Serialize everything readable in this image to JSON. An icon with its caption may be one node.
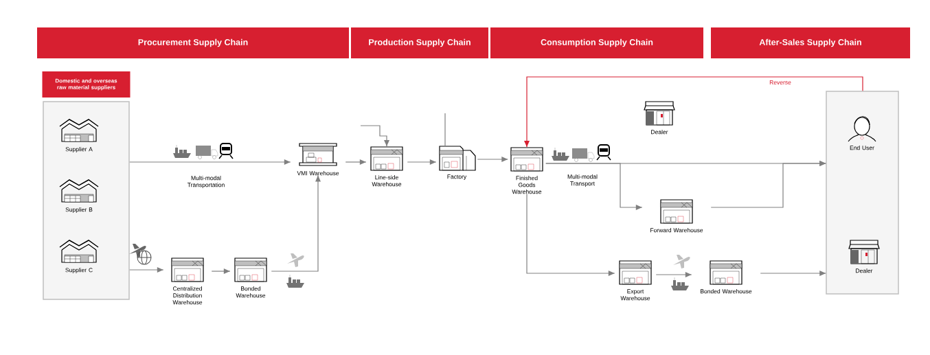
{
  "diagram": {
    "nodes": [
      {
        "text": [
          "Procurement Supply Chain"
        ]
      },
      {
        "text": [
          "Production Supply Chain"
        ]
      },
      {
        "text": [
          "Consumption Supply Chain"
        ]
      },
      {
        "text": [
          "After-Sales Supply Chain"
        ]
      },
      {
        "text": [
          "Domestic and overseas raw material suppliers"
        ]
      },
      {
        "text": [
          "Supplier A"
        ],
        "in": 4
      },
      {
        "text": [
          "Supplier B"
        ],
        "in": 4
      },
      {
        "text": [
          "Supplier C"
        ],
        "in": 4
      },
      {
        "text": [
          "VMI Warehouse"
        ]
      },
      {
        "text": [
          "Centralized Distribution Warehouse"
        ]
      },
      {
        "text": [
          "Bonded Warehouse"
        ]
      },
      {
        "text": [
          "Line-side Warehouse"
        ]
      },
      {
        "text": [
          "Factory"
        ]
      },
      {
        "text": [
          "Finished Goods Warehouse"
        ]
      },
      {
        "text": [
          "Dealer"
        ]
      },
      {
        "text": [
          "Forward Warehouse"
        ]
      },
      {
        "text": [
          "Export Warehouse"
        ]
      },
      {
        "text": [
          "Bonded Warehouse"
        ]
      },
      {
        "text": [],
        "shape": "box"
      },
      {
        "text": [
          "End User"
        ],
        "in": 18
      },
      {
        "text": [
          "Dealer"
        ],
        "in": 18
      }
    ],
    "edges": [
      {
        "from": 4,
        "to": 8,
        "arrow": "to",
        "label": "Multi-modal Transportation"
      },
      {
        "from": 4,
        "to": 9,
        "arrow": "to"
      },
      {
        "from": 9,
        "to": 10,
        "arrow": "to"
      },
      {
        "from": 10,
        "to": 8,
        "arrow": "to"
      },
      {
        "from": 8,
        "to": 11,
        "arrow": "to"
      },
      {
        "from": null,
        "to": 11,
        "arrow": "to"
      },
      {
        "from": null,
        "to": 12,
        "arrow": "none"
      },
      {
        "from": 11,
        "to": 12,
        "arrow": "to"
      },
      {
        "from": 12,
        "to": 13,
        "arrow": "to"
      },
      {
        "from": 13,
        "to": 18,
        "arrow": "to",
        "label": "Multi-modal Transport"
      },
      {
        "from": 13,
        "to": 15,
        "arrow": "to"
      },
      {
        "from": 15,
        "to": 18,
        "arrow": "to"
      },
      {
        "from": 13,
        "to": 16,
        "arrow": "to"
      },
      {
        "from": 16,
        "to": 17,
        "arrow": "to"
      },
      {
        "from": 17,
        "to": 18,
        "arrow": "to"
      },
      {
        "from": 18,
        "to": 13,
        "arrow": "to",
        "label": "Reverse",
        "color": "#d71f30"
      }
    ]
  }
}
